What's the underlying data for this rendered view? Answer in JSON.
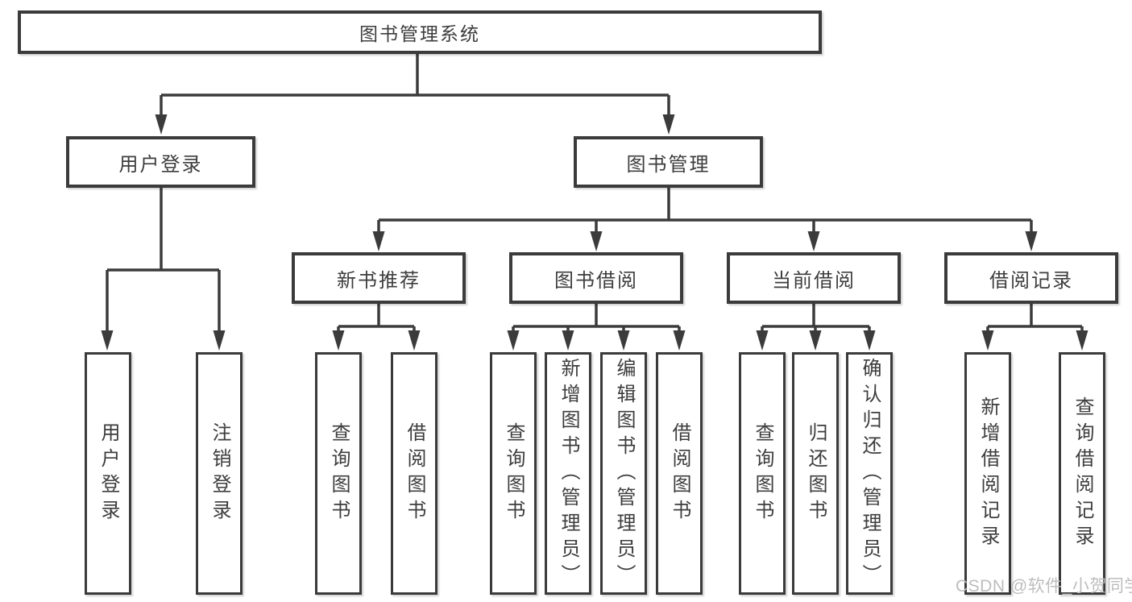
{
  "tree": {
    "root": {
      "label": "图书管理系统"
    },
    "branches": [
      {
        "label": "用户登录",
        "children": [
          {
            "label": "用户登录"
          },
          {
            "label": "注销登录"
          }
        ]
      },
      {
        "label": "图书管理",
        "children": [
          {
            "label": "新书推荐",
            "children": [
              {
                "label": "查询图书"
              },
              {
                "label": "借阅图书"
              }
            ]
          },
          {
            "label": "图书借阅",
            "children": [
              {
                "label": "查询图书"
              },
              {
                "label": "新增图书（管理员）"
              },
              {
                "label": "编辑图书（管理员）"
              },
              {
                "label": "借阅图书"
              }
            ]
          },
          {
            "label": "当前借阅",
            "children": [
              {
                "label": "查询图书"
              },
              {
                "label": "归还图书"
              },
              {
                "label": "确认归还（管理员）"
              }
            ]
          },
          {
            "label": "借阅记录",
            "children": [
              {
                "label": "新增借阅记录"
              },
              {
                "label": "查询借阅记录"
              }
            ]
          }
        ]
      }
    ]
  },
  "watermark": {
    "text": "CSDN @软件_小贺同学"
  },
  "colors": {
    "line": "#3b3b3b",
    "text": "#3d3d3d",
    "background": "#ffffff",
    "watermark": "#bdbdbd"
  }
}
